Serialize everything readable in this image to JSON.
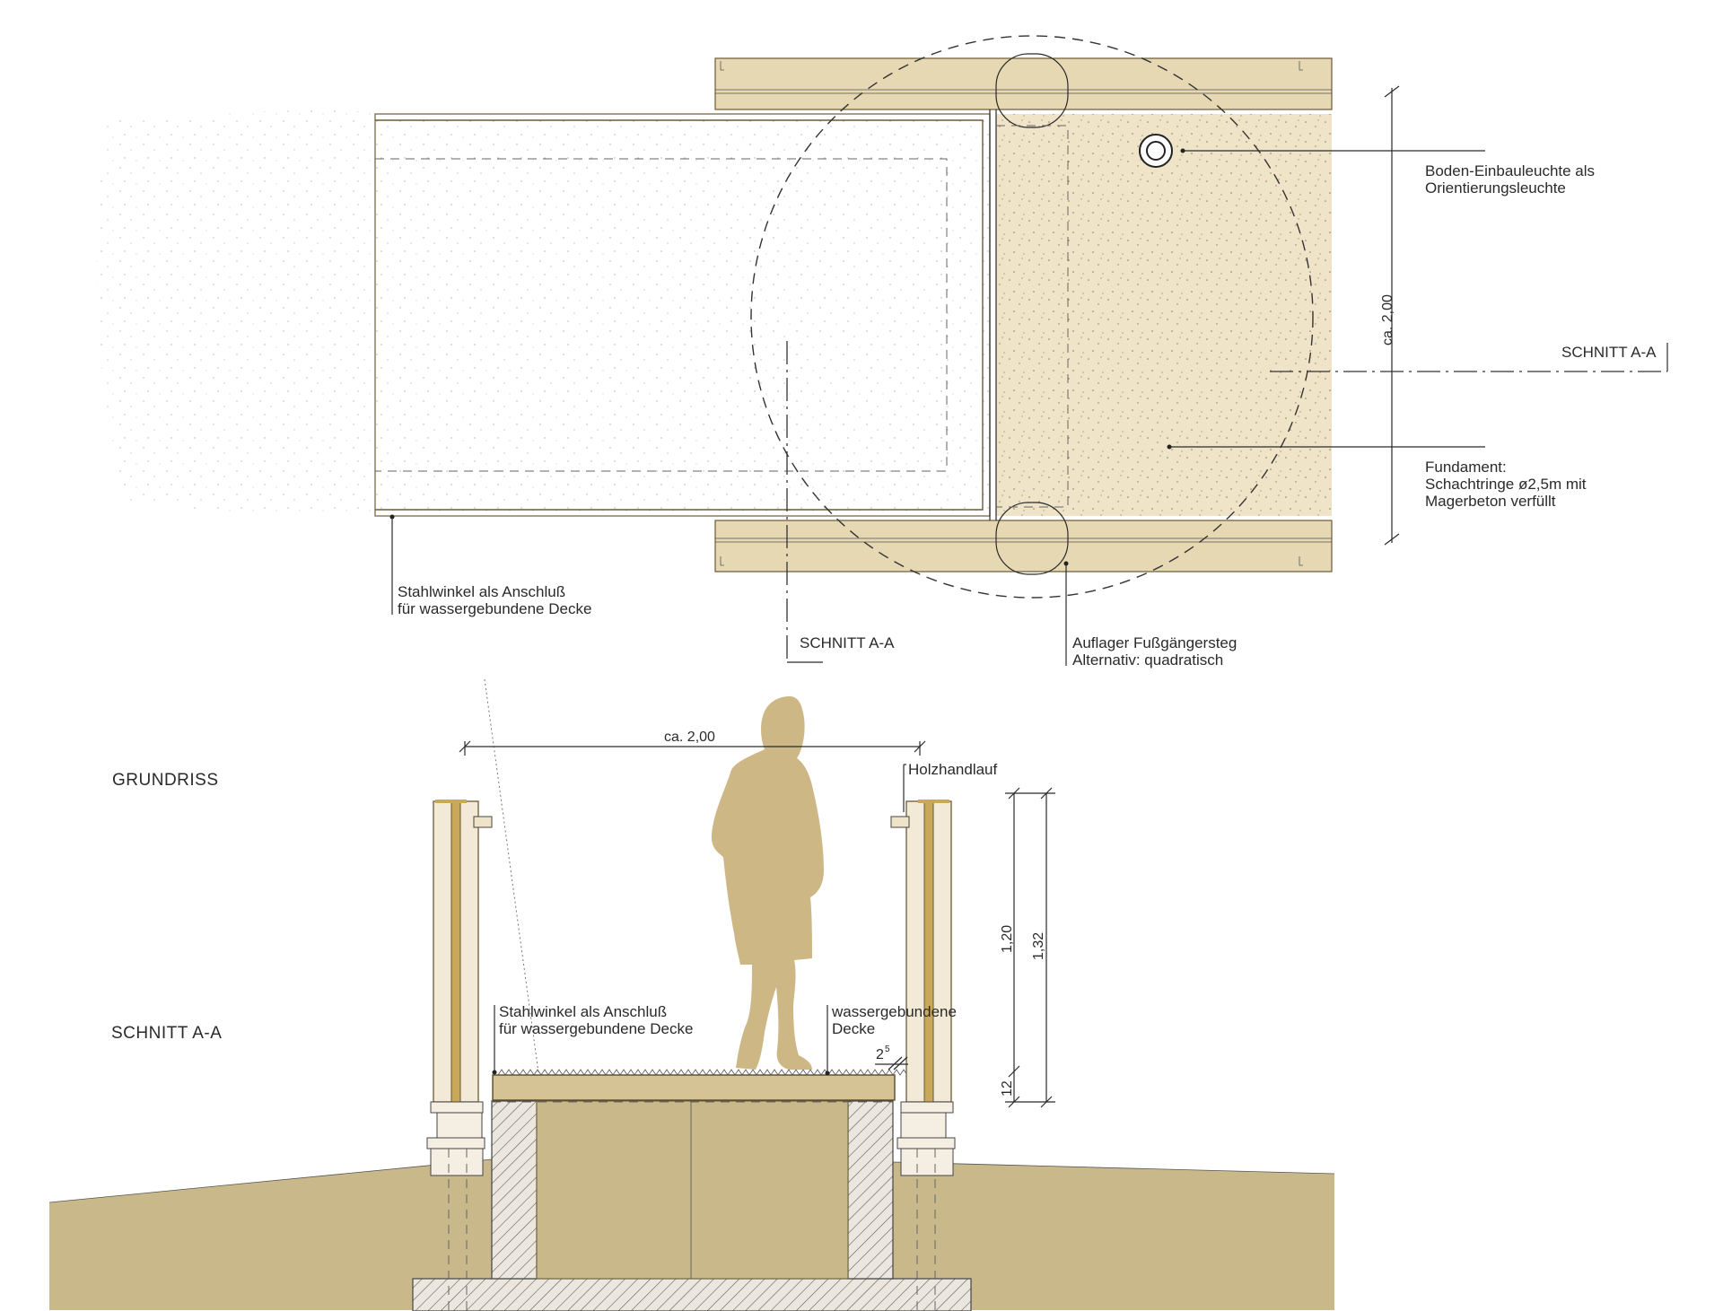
{
  "colors": {
    "beam": "#e6d8b2",
    "foundation": "#efe4c8",
    "soil": "#c9b889",
    "figure": "#cdb785",
    "concrete_hatch": "#d8d2c4",
    "line": "#2a2a2a"
  },
  "plan": {
    "label_light": "Boden-Einbauleuchte als\nOrientierungsleuchte",
    "label_light_line1": "Boden-Einbauleuchte als",
    "label_light_line2": "Orientierungsleuchte",
    "dim_width": "ca. 2,00",
    "section_marker_right": "SCHNITT A-A",
    "label_foundation_line1": "Fundament:",
    "label_foundation_line2": "Schachtringe ø2,5m mit",
    "label_foundation_line3": "Magerbeton verfüllt",
    "label_angle_line1": "Stahlwinkel als Anschluß",
    "label_angle_line2": "für wassergebundene Decke",
    "section_marker_bottom": "SCHNITT A-A",
    "label_support_line1": "Auflager Fußgängersteg",
    "label_support_line2": "Alternativ: quadratisch"
  },
  "section": {
    "view_title_plan": "GRUNDRISS",
    "view_title_section": "SCHNITT A-A",
    "dim_width": "ca. 2,00",
    "label_handrail": "Holzhandlauf",
    "dim_height_1": "1,20",
    "dim_height_2": "1,32",
    "dim_height_3": "12",
    "label_angle_line1": "Stahlwinkel als Anschluß",
    "label_angle_line2": "für wassergebundene Decke",
    "label_surface_line1": "wassergebundene",
    "label_surface_line2": "Decke",
    "dim_small": "2",
    "dim_small_sup": "5"
  }
}
